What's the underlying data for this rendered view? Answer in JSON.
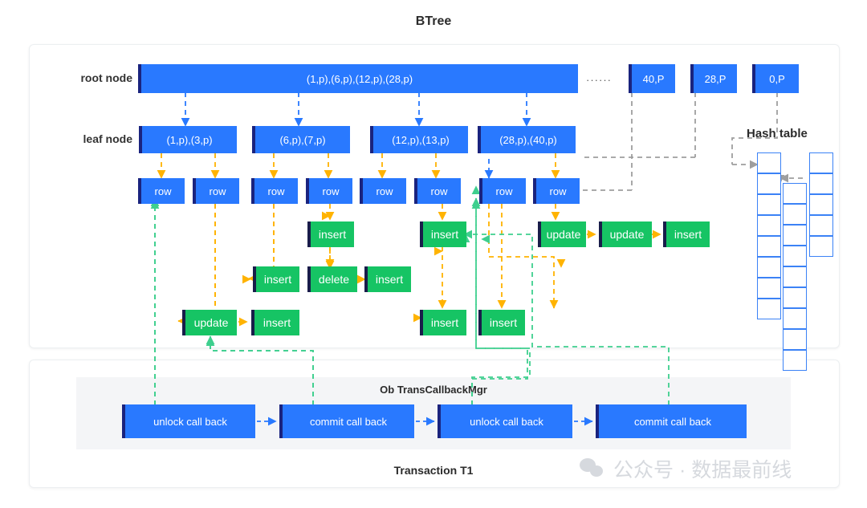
{
  "diagram": {
    "title": "BTree",
    "hash_table_title": "Hash table",
    "transaction_title": "Transaction T1",
    "callback_mgr_title": "Ob TransCallbackMgr",
    "ellipsis": "······",
    "colors": {
      "blue": "#2979ff",
      "blue_accent": "#1a237e",
      "green": "#16c464",
      "green_accent": "#191d4a",
      "orange_arrow": "#ffb300",
      "green_arrow": "#3ecf8e",
      "gray_arrow": "#9e9e9e",
      "panel_border": "#eceff1",
      "band_bg": "#f4f5f7",
      "hash_cell_border": "#3b82f6"
    }
  },
  "labels": {
    "root_node": "root node",
    "leaf_node": "leaf node"
  },
  "root": {
    "main_cell": "(1,p),(6,p),(12,p),(28,p)",
    "side_cells": [
      {
        "label": "40,P"
      },
      {
        "label": "28,P"
      },
      {
        "label": "0,P"
      }
    ]
  },
  "leaves": [
    {
      "label": "(1,p),(3,p)"
    },
    {
      "label": "(6,p),(7,p)"
    },
    {
      "label": "(12,p),(13,p)"
    },
    {
      "label": "(28,p),(40,p)"
    }
  ],
  "rows": [
    {
      "label": "row"
    },
    {
      "label": "row"
    },
    {
      "label": "row"
    },
    {
      "label": "row"
    },
    {
      "label": "row"
    },
    {
      "label": "row"
    },
    {
      "label": "row"
    },
    {
      "label": "row"
    }
  ],
  "operations": [
    {
      "label": "insert"
    },
    {
      "label": "insert"
    },
    {
      "label": "update"
    },
    {
      "label": "update"
    },
    {
      "label": "insert"
    },
    {
      "label": "insert"
    },
    {
      "label": "delete"
    },
    {
      "label": "insert"
    },
    {
      "label": "update"
    },
    {
      "label": "insert"
    },
    {
      "label": "insert"
    },
    {
      "label": "insert"
    }
  ],
  "callbacks": [
    {
      "label": "unlock call back"
    },
    {
      "label": "commit call back"
    },
    {
      "label": "unlock call back"
    },
    {
      "label": "commit call back"
    }
  ],
  "hash_table": {
    "columns": [
      {
        "cells": 8
      },
      {
        "cells": 9
      },
      {
        "cells": 5
      }
    ]
  },
  "watermark": {
    "text": "公众号 · 数据最前线"
  }
}
